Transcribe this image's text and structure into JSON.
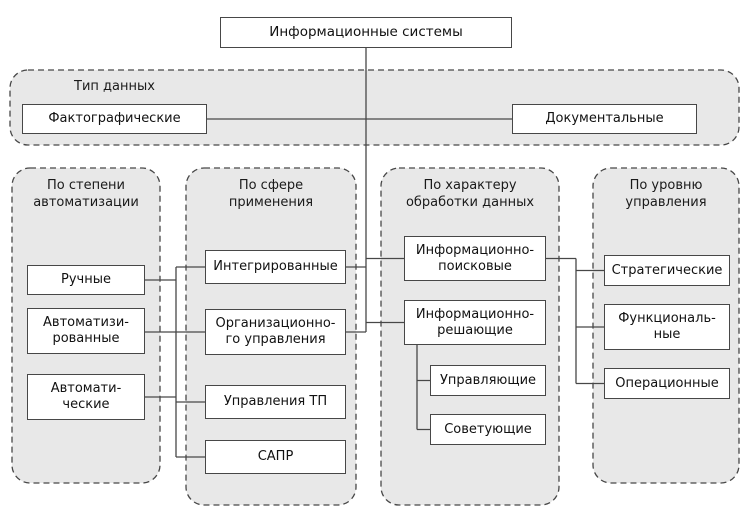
{
  "root": {
    "label": "Информационные системы"
  },
  "type_group": {
    "title": "Тип данных",
    "left": {
      "label": "Фактографические"
    },
    "right": {
      "label": "Документальные"
    }
  },
  "automation_group": {
    "title": "По степени\nавтоматизации",
    "items": {
      "manual": "Ручные",
      "automated": "Автоматизи-\nрованные",
      "automatic": "Автомати-\nческие"
    }
  },
  "application_group": {
    "title": "По сфере\nприменения",
    "items": {
      "integrated": "Интегрированные",
      "organizational": "Организационно-\nго управления",
      "process_control": "Управления ТП",
      "cad": "САПР"
    }
  },
  "processing_group": {
    "title": "По характеру\nобработки данных",
    "items": {
      "retrieval": "Информационно-\nпоисковые",
      "decision": "Информационно-\nрешающие",
      "controlling": "Управляющие",
      "advising": "Советующие"
    }
  },
  "management_group": {
    "title": "По уровню\nуправления",
    "items": {
      "strategic": "Стратегические",
      "functional": "Функциональ-\nные",
      "operational": "Операционные"
    }
  },
  "colors": {
    "group_fill": "#e8e8e8",
    "line_color": "#474747",
    "box_fill": "#ffffff"
  }
}
